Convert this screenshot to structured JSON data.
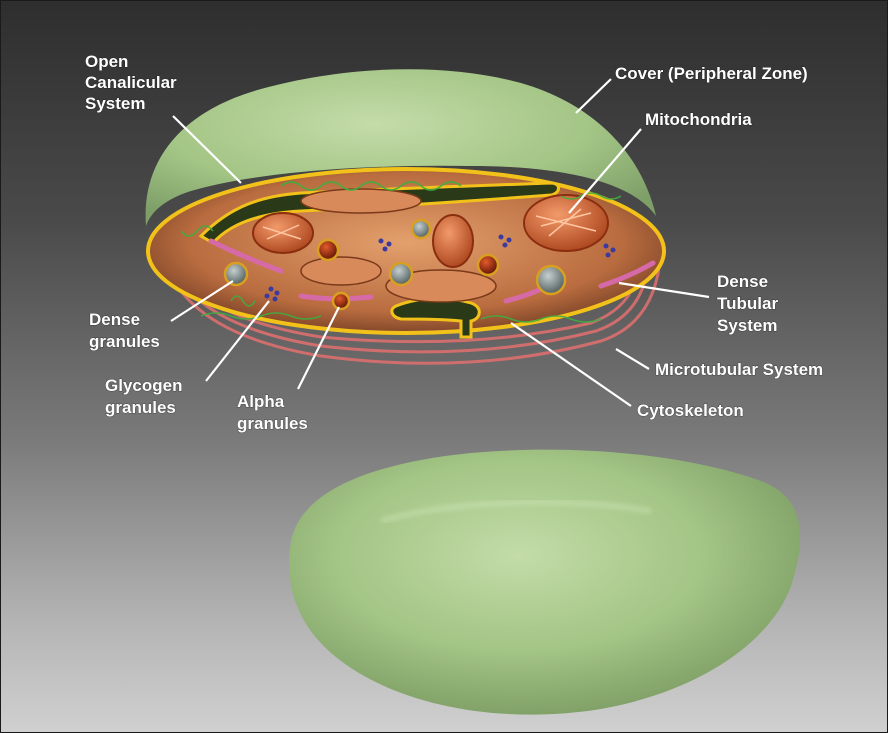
{
  "labels": {
    "open_canalicular_1": "Open",
    "open_canalicular_2": "Canalicular",
    "open_canalicular_3": "System",
    "cover": "Cover (Peripheral Zone)",
    "mitochondria": "Mitochondria",
    "dense_tubular_1": "Dense",
    "dense_tubular_2": "Tubular",
    "dense_tubular_3": "System",
    "dense_granules_1": "Dense",
    "dense_granules_2": "granules",
    "glycogen_1": "Glycogen",
    "glycogen_2": "granules",
    "alpha_1": "Alpha",
    "alpha_2": "granules",
    "microtubular": "Microtubular System",
    "cytoskeleton": "Cytoskeleton"
  },
  "colors": {
    "membrane_green": "#a7c98a",
    "rim_yellow": "#f2c21a",
    "cytoplasm_orange": "#c77a4a",
    "mitochondria_orange": "#e07a4a",
    "tubular_pink": "#d66aa8",
    "microtubule_red": "#e06a6a",
    "cytoskeleton_green": "#3fae3f",
    "glycogen_blue": "#3a3aa0",
    "label_white": "#ffffff"
  }
}
